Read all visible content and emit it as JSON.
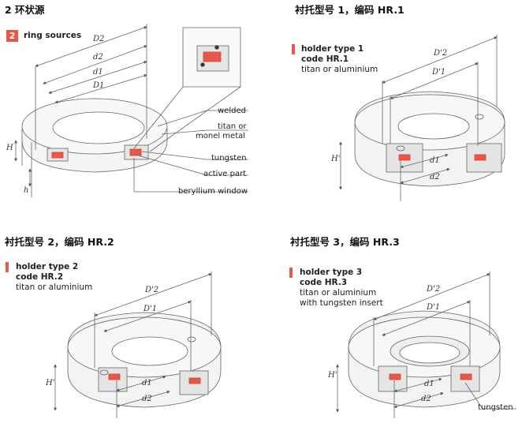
{
  "sections": {
    "s1": {
      "title": "2   环状源"
    },
    "s2": {
      "title": "衬托型号 1，编码 HR.1"
    },
    "s3": {
      "title": "衬托型号 2，编码 HR.2"
    },
    "s4": {
      "title": "衬托型号 3，编码 HR.3"
    }
  },
  "ring": {
    "badge": "2",
    "caption": "ring sources",
    "labels": {
      "welded": "welded",
      "titan": "titan or",
      "monel": "monel metal",
      "tungsten": "tungsten",
      "active": "active part",
      "beryllium": "beryllium window"
    },
    "dims": {
      "D2": "D2",
      "d2": "d2",
      "d1": "d1",
      "D1": "D1",
      "H": "H",
      "h": "h"
    }
  },
  "hr1": {
    "line1": "holder type 1",
    "line2": "code HR.1",
    "line3": "titan or aluminium",
    "dims": {
      "D2": "D'2",
      "D1": "D'1",
      "d1": "d1",
      "d2": "d2",
      "H": "H'"
    }
  },
  "hr2": {
    "line1": "holder type 2",
    "line2": "code HR.2",
    "line3": "titan or aluminium",
    "dims": {
      "D2": "D'2",
      "D1": "D'1",
      "d1": "d1",
      "d2": "d2",
      "H": "H'"
    }
  },
  "hr3": {
    "line1": "holder type 3",
    "line2": "code HR.3",
    "line3": "titan or aluminium",
    "line4": "with tungsten insert",
    "dims": {
      "D2": "D'2",
      "D1": "D'1",
      "d1": "d1",
      "d2": "d2",
      "H": "H'"
    },
    "tungsten": "tungsten"
  },
  "colors": {
    "accent": "#e8584a",
    "body": "#f2f2f2",
    "edge": "#666666",
    "section": "#dcdcdc"
  }
}
